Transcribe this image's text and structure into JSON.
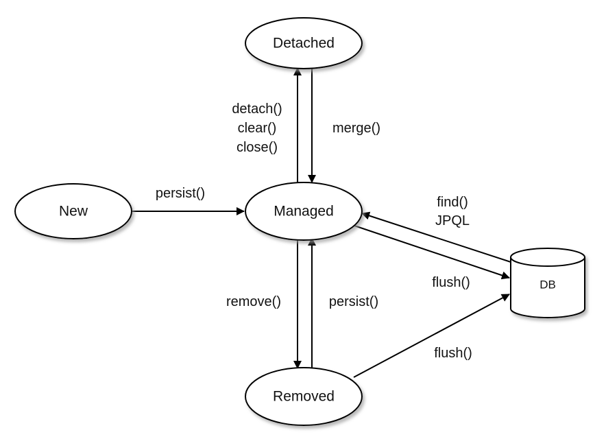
{
  "nodes": {
    "detached": {
      "label": "Detached"
    },
    "new": {
      "label": "New"
    },
    "managed": {
      "label": "Managed"
    },
    "removed": {
      "label": "Removed"
    },
    "db": {
      "label": "DB"
    }
  },
  "edges": {
    "detach": {
      "labels": [
        "detach()",
        "clear()",
        "close()"
      ]
    },
    "merge": {
      "label": "merge()"
    },
    "persist_new": {
      "label": "persist()"
    },
    "find": {
      "labels": [
        "find()",
        "JPQL"
      ]
    },
    "flush_managed": {
      "label": "flush()"
    },
    "remove": {
      "label": "remove()"
    },
    "persist_removed": {
      "label": "persist()"
    },
    "flush_removed": {
      "label": "flush()"
    }
  },
  "colors": {
    "stroke": "#000000",
    "fill": "#ffffff",
    "shadow": "#9a9a9a",
    "text": "#111111"
  }
}
